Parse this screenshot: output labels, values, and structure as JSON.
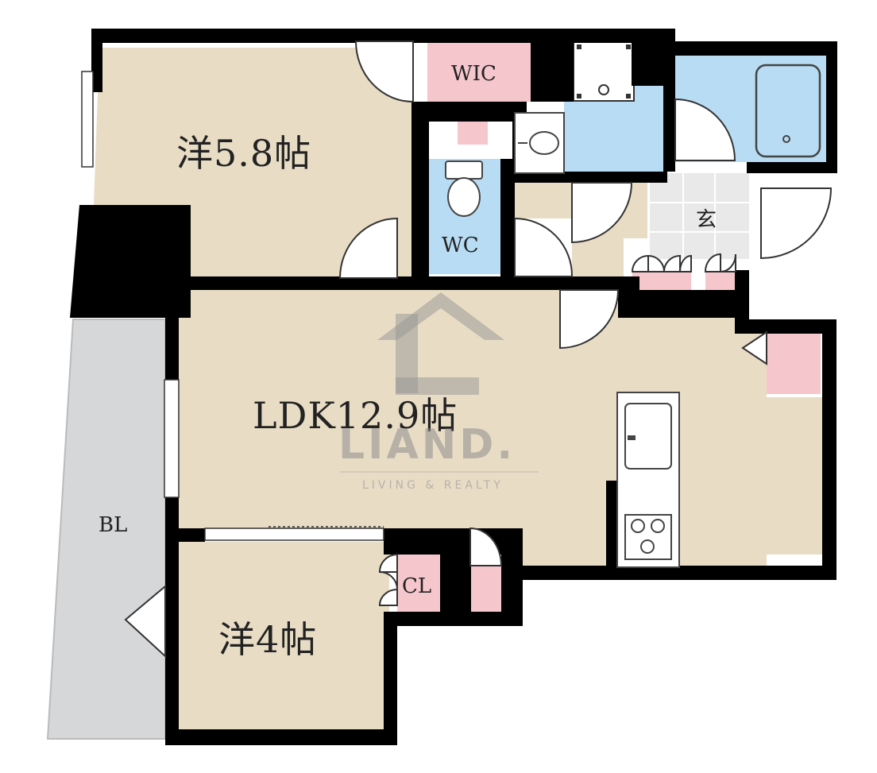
{
  "rooms": {
    "western_a": "洋5.8帖",
    "ldk": "LDK12.9帖",
    "western_b": "洋4帖",
    "wic": "WIC",
    "wc": "WC",
    "cl": "CL",
    "bl": "BL",
    "entrance": "玄"
  },
  "watermark": {
    "name": "LIAND.",
    "tagline": "LIVING & REALTY"
  },
  "colors": {
    "room": "#e8dcc5",
    "wet_area": "#b8dcf3",
    "storage": "#f5c7cd",
    "balcony": "#d6d7d9",
    "wall": "#000000"
  }
}
